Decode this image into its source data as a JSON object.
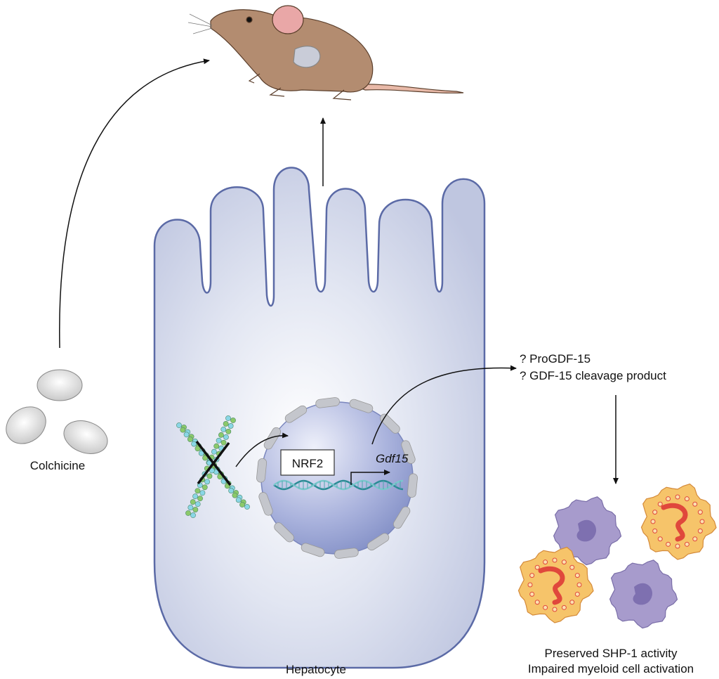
{
  "labels": {
    "drug": "Colchicine",
    "cell": "Hepatocyte",
    "transcription_factor": "NRF2",
    "gene": "Gdf15",
    "secreted_1": "? ProGDF-15",
    "secreted_2": "? GDF-15 cleavage product",
    "outcome_1": "Preserved SHP-1 activity",
    "outcome_2": "Impaired myeloid cell activation"
  },
  "colors": {
    "cell_fill": "#c7cde4",
    "cell_stroke": "#5b6aa6",
    "nucleus": "#97a2d2",
    "mouse": "#b38c70",
    "myeloid_resting": "#a79bcc",
    "myeloid_activated": "#f6c46a"
  }
}
